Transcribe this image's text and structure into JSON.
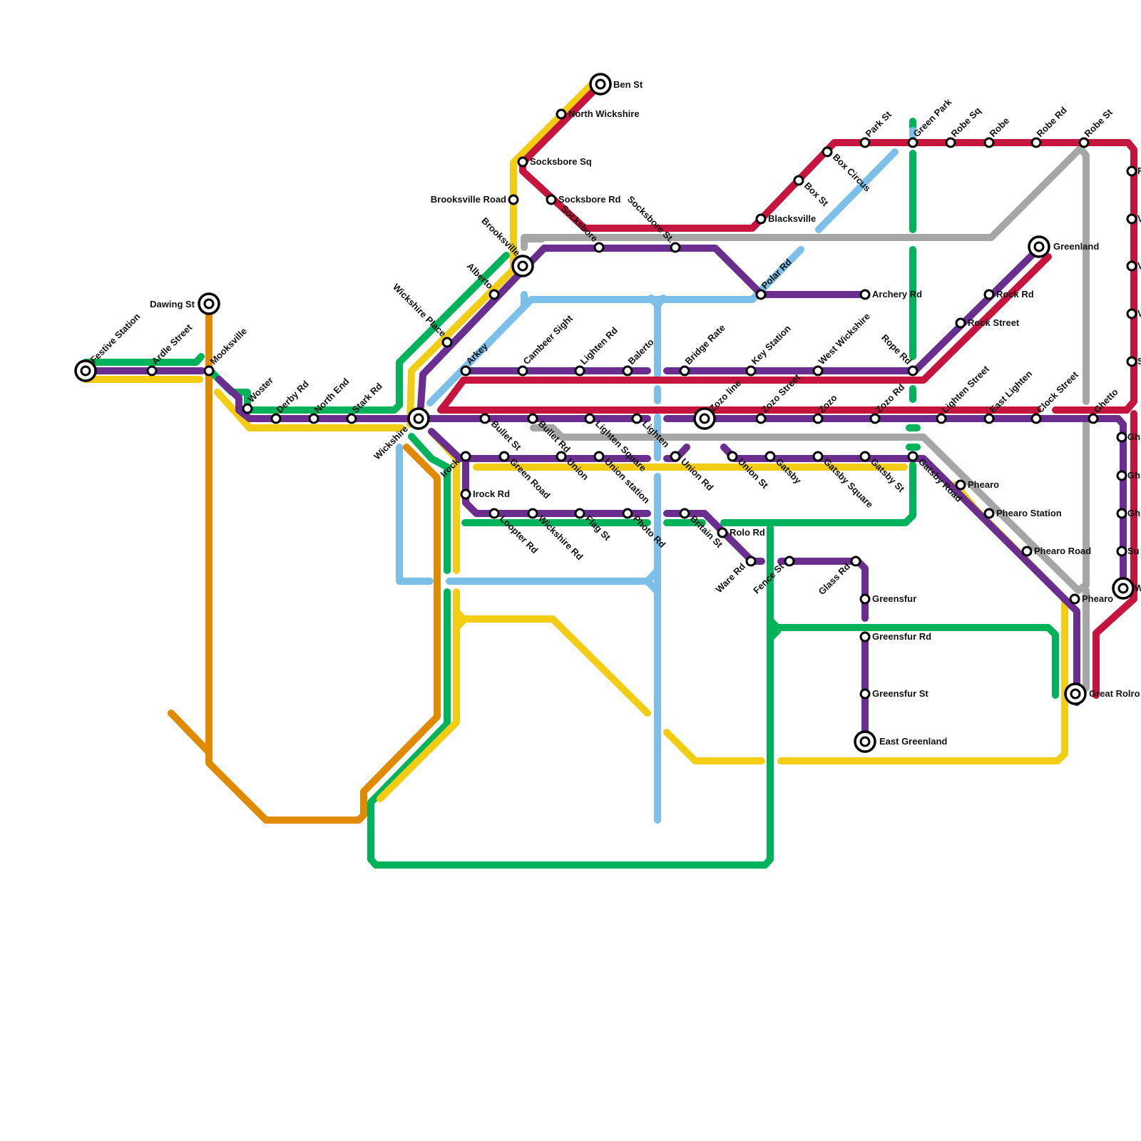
{
  "lines": [
    {
      "id": "orange",
      "color": "#e08a00"
    },
    {
      "id": "green",
      "color": "#00b25a"
    },
    {
      "id": "yellow",
      "color": "#f2cd14"
    },
    {
      "id": "lightblue",
      "color": "#7cbfe8"
    },
    {
      "id": "grey",
      "color": "#a6a6a6"
    },
    {
      "id": "purple",
      "color": "#6a2e8f"
    },
    {
      "id": "red",
      "color": "#c5143e"
    }
  ],
  "stations": {
    "festive_station": "Festive Station",
    "ardle_street": "Ardle Street",
    "dawing_st": "Dawing St",
    "mooksville": "Mooksville",
    "woster": "Woster",
    "derby_rd": "Derby Rd",
    "north_end": "North End",
    "stark_rd": "Stark Rd",
    "wickshire": "Wickshire",
    "wickshire_place": "Wickshire Place",
    "alberto": "Alberto",
    "brooksville": "Brooksville",
    "brooksville_road": "Brooksville Road",
    "ben_st": "Ben St",
    "north_wickshire": "North Wickshire",
    "socksbore_sq": "Socksbore Sq",
    "socksbore_rd": "Socksbore Rd",
    "socksbore": "Socksbore",
    "socksbore_st": "Socksbore St.",
    "arkey": "Arkey",
    "cambeer_sight": "Cambeer Sight",
    "lighten_rd": "Lighten Rd",
    "balerto": "Balerto",
    "bridge_rate": "Bridge Rate",
    "key_station": "Key Station",
    "west_wickshire": "West Wickshire",
    "rope_rd": "Rope Rd",
    "bullet_st": "Bullet St",
    "bullet_rd": "Bullet Rd",
    "lighten_square": "Lighten Square",
    "lighten": "Lighten",
    "zozo_line": "Zozo line",
    "zozo_street": "Zozo Street",
    "zozo": "Zozo",
    "zozo_rd": "Zozo Rd",
    "lighten_street": "Lighten Street",
    "east_lighten": "East Lighten",
    "clock_street": "Clock Street",
    "ghetto": "Ghetto",
    "irock": "Irock",
    "green_road": "Green Road",
    "union": "Union",
    "union_station": "Union station",
    "union_rd": "Union Rd",
    "union_st": "Union St",
    "gatsby": "Gatsby",
    "gatsby_square": "Gatsby Square",
    "gatsby_st": "Gatsby St",
    "gatsby_road": "Gatsby Road",
    "irock_rd": "Irock Rd",
    "loopter_rd": "Loopter Rd",
    "wickshire_rd": "Wickshire Rd",
    "flag_st": "Flag St",
    "photo_rd": "Photo Rd",
    "britain_st": "Britain St",
    "rolo_rd": "Rolo Rd",
    "ware_rd": "Ware Rd",
    "fence_st": "Fence St",
    "glass_rd": "Glass Rd",
    "greensfur": "Greensfur",
    "greensfur_rd": "Greensfur Rd",
    "greensfur_st": "Greensfur St",
    "east_greenland": "East Greenland",
    "blacksville": "Blacksville",
    "box_st": "Box St",
    "box_circus": "Box Circus",
    "park_st": "Park St",
    "green_park": "Green Park",
    "robe_sq": "Robe Sq",
    "robe": "Robe",
    "robe_rd": "Robe Rd",
    "robe_st": "Robe St",
    "polar_rd": "Polar Rd",
    "archery_rd": "Archery Rd",
    "greenland": "Greenland",
    "rock_rd": "Rock Rd",
    "rock_street": "Rock Street",
    "phearo": "Phearo",
    "phearo_station": "Phearo Station",
    "phearo_road": "Phearo Road",
    "phearo_2": "Phearo",
    "great_rolro": "Great Rolro",
    "edge_1": "F",
    "edge_2": "V",
    "edge_3": "V",
    "edge_4": "V",
    "edge_5": "S",
    "edge_6": "Gh",
    "edge_7": "Gh",
    "edge_8": "Gh",
    "edge_9": "Su",
    "edge_10": "W"
  }
}
